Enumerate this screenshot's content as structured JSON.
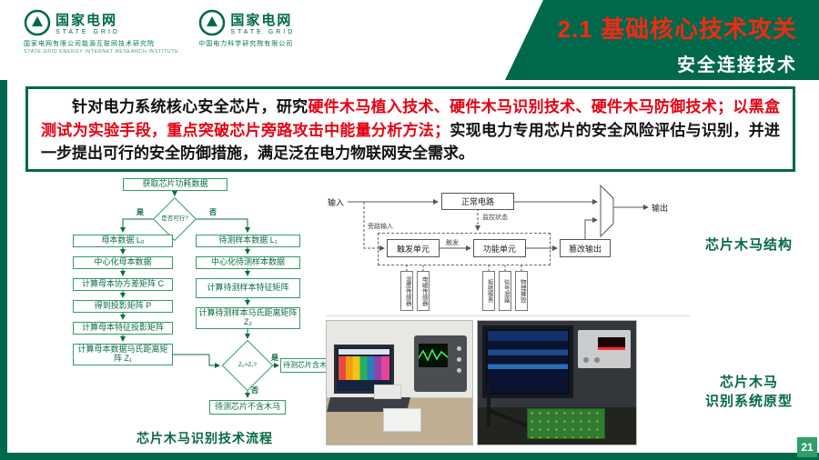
{
  "header": {
    "logos": [
      {
        "name": "国家电网",
        "english": "STATE GRID",
        "org_cn": "国家电网有限公司能源互联网技术研究院",
        "org_en": "STATE GRID ENERGY INTERNET RESEARCH INSTITUTE"
      },
      {
        "name": "国家电网",
        "english": "STATE GRID",
        "org_cn": "中国电力科学研究院有限公司",
        "org_en": ""
      }
    ],
    "banner": {
      "title": "2.1 基础核心技术攻关",
      "subtitle": "安全连接技术"
    }
  },
  "summary": {
    "segments": [
      {
        "text": "针对电力系统核心安全芯片，研究",
        "color": "black"
      },
      {
        "text": "硬件木马植入技术、硬件木马识别技术、硬件木马防御技术；以黑盒测试为实验手段，重点突破芯片旁路攻击中能量分析方法；",
        "color": "red"
      },
      {
        "text": "实现电力专用芯片的安全风险评估与识别，并进一步提出可行的安全防御措施，满足泛在电力物联网安全需求。",
        "color": "black"
      }
    ]
  },
  "flowchart": {
    "caption": "芯片木马识别技术流程",
    "start": "获取芯片功耗数据",
    "decision1": "是否可行?",
    "yes_label": "是",
    "no_label": "否",
    "left_branch": [
      "母本数据 L₀",
      "中心化母本数据",
      "计算母本协方差矩阵 C",
      "得到投影矩阵 P",
      "计算母本特征投影矩阵",
      "计算母本数据马氏距离矩阵 Z₁"
    ],
    "right_branch": [
      "待测样本数据 L₁",
      "中心化待测样本数据",
      "计算待测样本特征矩阵",
      "计算待测样本马氏距离矩阵 Z₂"
    ],
    "decision2": "Z₂>Z₁?",
    "result_yes": "待测芯片含木马",
    "result_no": "待测芯片不含木马"
  },
  "structure_diagram": {
    "caption": "芯片木马结构",
    "input_label": "输入",
    "bypass_label": "旁路输入",
    "monitor_label": "监控状态",
    "normal_circuit": "正常电路",
    "trigger_unit": "触发单元",
    "trigger_arrow_label": "触发",
    "function_unit": "功能单元",
    "tamper_output": "篡改输出",
    "output_label": "输出",
    "payload_boxes": [
      "温度传感器",
      "电磁传感器",
      "拒绝服务",
      "信号泄露",
      "物理摧毁"
    ]
  },
  "photos": {
    "caption_line1": "芯片木马",
    "caption_line2": "识别系统原型"
  },
  "page_number": "21",
  "colors": {
    "brand_green": "#00684B",
    "accent_red": "#E60012",
    "flow_green": "#0A6B45",
    "badge_green": "#2F9E68"
  }
}
